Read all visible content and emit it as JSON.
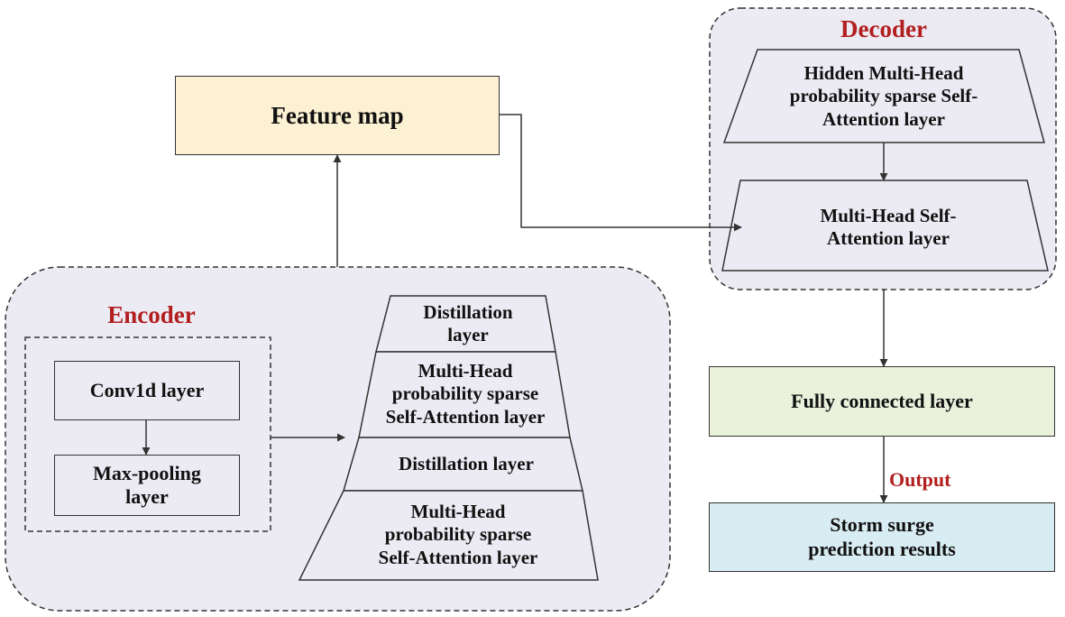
{
  "feature_map": {
    "label": "Feature map"
  },
  "encoder": {
    "title": "Encoder",
    "conv": "Conv1d layer",
    "pool": "Max-pooling\nlayer",
    "pyramid": [
      "Distillation\nlayer",
      "Multi-Head\nprobability sparse\nSelf-Attention layer",
      "Distillation layer",
      "Multi-Head\nprobability sparse\nSelf-Attention layer"
    ]
  },
  "decoder": {
    "title": "Decoder",
    "hidden": "Hidden Multi-Head\nprobability sparse Self-\nAttention layer",
    "mhsa": "Multi-Head Self-\nAttention layer"
  },
  "fc": {
    "label": "Fully connected layer"
  },
  "output_label": "Output",
  "result": {
    "label": "Storm surge\nprediction results"
  },
  "colors": {
    "feature_map_fill": "#fdf1d3",
    "region_fill": "#ecebf3",
    "fc_fill": "#eaf2dc",
    "result_fill": "#d8ecf3",
    "title_color": "#b21f1f"
  }
}
